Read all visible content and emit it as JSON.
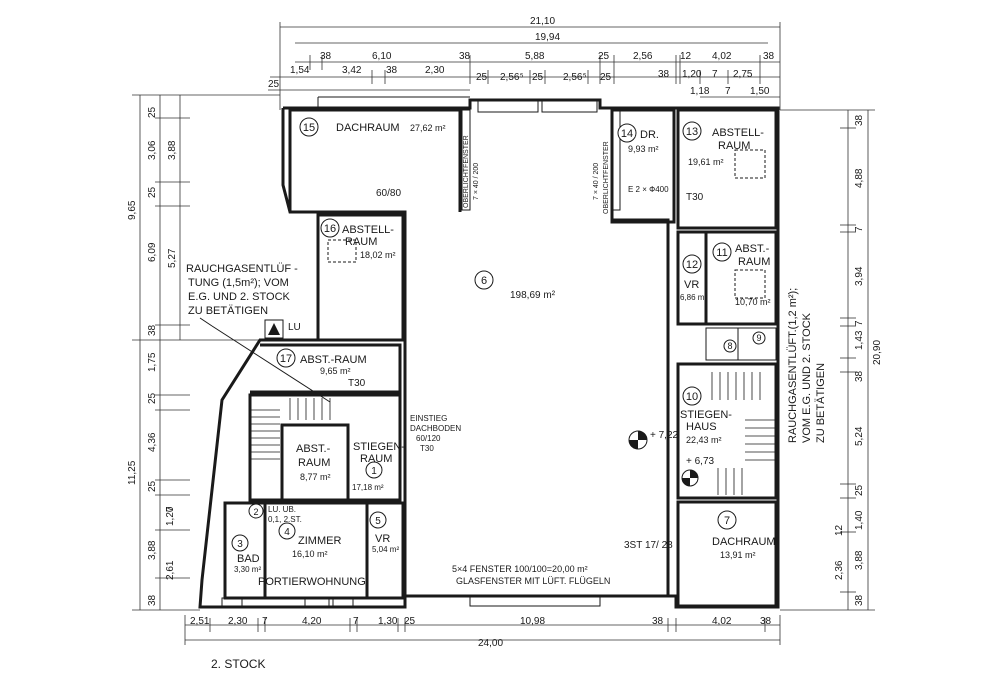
{
  "floor_label": "2. STOCK",
  "rooms": [
    {
      "no": "15",
      "name": "DACHRAUM",
      "area": "27,62 m²"
    },
    {
      "no": "16",
      "name": "ABSTELL-",
      "name2": "RAUM",
      "area": "18,02 m²"
    },
    {
      "no": "17",
      "name": "ABST.-RAUM",
      "area": "9,65 m²"
    },
    {
      "no": "6",
      "area": "198,69 m²"
    },
    {
      "no": "14",
      "name": "DR.",
      "area": "9,93 m²"
    },
    {
      "no": "13",
      "name": "ABSTELL-",
      "name2": "RAUM",
      "area": "19,61 m²"
    },
    {
      "no": "11",
      "name": "ABST.-",
      "name2": "RAUM",
      "area": "10,70 m²"
    },
    {
      "no": "12",
      "name": "VR",
      "area": "6,86 m²"
    },
    {
      "no": "10",
      "name": "STIEGEN-",
      "name2": "HAUS",
      "area": "22,43 m²"
    },
    {
      "no": "7",
      "name": "DACHRAUM",
      "area": "13,91 m²"
    },
    {
      "no": "1",
      "name": "STIEGEN-",
      "name2": "RAUM",
      "area": "17,18 m²"
    },
    {
      "no": "2"
    },
    {
      "no": "3",
      "name": "BAD",
      "area": "3,30 m²"
    },
    {
      "no": "4",
      "name": "ZIMMER",
      "area": "16,10 m²"
    },
    {
      "no": "5",
      "name": "VR",
      "area": "5,04 m²"
    },
    {
      "no": "8"
    },
    {
      "no": "9"
    }
  ],
  "abst_raum_center": {
    "name": "ABST.-",
    "name2": "RAUM",
    "area": "8,77 m²"
  },
  "notes": {
    "rauch_left": [
      "RAUCHGASENTLÜF -",
      "TUNG (1,5m²); VOM",
      "E.G. UND 2. STOCK",
      "ZU BETÄTIGEN"
    ],
    "rauch_right": [
      "RAUCHGASENTLÜFT.(1,2 m²);",
      "VOM E.G. UND 2. STOCK",
      "ZU BETÄTIGEN"
    ],
    "fenster": [
      "5×4 FENSTER 100/100=20,00 m²",
      "GLASFENSTER MIT LÜFT. FLÜGELN"
    ],
    "einstieg": [
      "EINSTIEG",
      "DACHBODEN",
      "60/120",
      "T30"
    ],
    "portier": "PORTIERWOHNUNG",
    "oberlicht_left": "OBERLICHTFENSTER",
    "oberlicht_left2": "7 × 40 / 200",
    "oberlicht_right": "7 × 40 / 200",
    "oberlicht_right2": "OBERLICHTFENSTER",
    "lu": "LU",
    "lu_ub": "LU. UB.",
    "lu_ub2": "0,1, 2.ST.",
    "e2": "E 2 × Ф400",
    "level1": "+ 7,22",
    "level2": "+ 6,73",
    "t30": "T30",
    "door_6080": "60/80",
    "st": "3ST 17/ 28"
  },
  "dims_top": {
    "d1": "21,10",
    "d2": "19,94",
    "row3": [
      "38",
      "6,10",
      "38",
      "5,88",
      "25",
      "2,56",
      "12",
      "4,02",
      "38"
    ],
    "row4": [
      "1,54",
      "3,42",
      "38",
      "2,30",
      "25",
      "2,56⁵",
      "25",
      "2,56⁵",
      "25",
      "38",
      "1,20",
      "7",
      "2,75"
    ],
    "row5": [
      "25",
      "1,18",
      "7",
      "1,50"
    ]
  },
  "dims_bottom": {
    "row1": [
      "2,51",
      "2,30",
      "7",
      "4,20",
      "7",
      "1,30",
      "25",
      "10,98",
      "38",
      "4,02",
      "38"
    ],
    "total": "24,00"
  },
  "dims_left": {
    "outer": [
      "9,65",
      "11,25"
    ],
    "inner": [
      "25",
      "3,06",
      "25",
      "6,09",
      "38",
      "1,75",
      "25",
      "4,36",
      "25",
      "1,20",
      "3,88",
      "38"
    ],
    "inner2": [
      "3,88",
      "5,27",
      "7",
      "2,61"
    ]
  },
  "dims_right": {
    "outer": "20,90",
    "inner": [
      "38",
      "4,88",
      "7",
      "3,94",
      "7",
      "1,43",
      "38",
      "5,24",
      "25",
      "1,40",
      "3,88",
      "38"
    ],
    "inner2": [
      "2,36",
      "12"
    ]
  }
}
